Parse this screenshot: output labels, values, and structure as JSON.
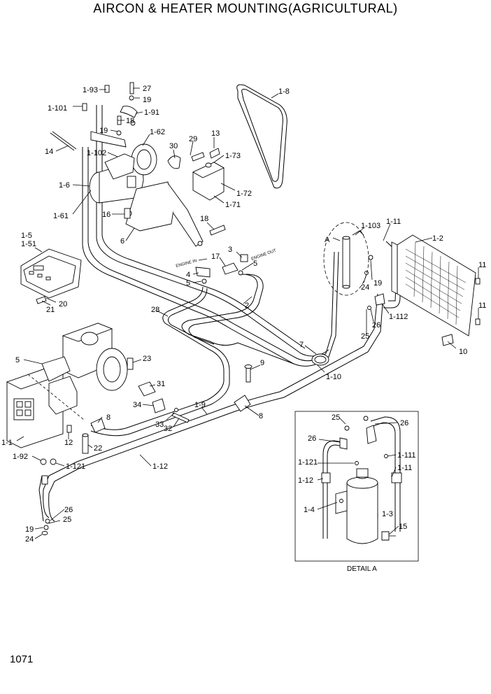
{
  "title": "AIRCON & HEATER MOUNTING(AGRICULTURAL)",
  "page_number": "1071",
  "detail_label": "DETAIL A",
  "flow_tags": {
    "engine_in": "ENGINE IN",
    "engine_out": "ENGINE OUT"
  },
  "callouts": [
    "1-93",
    "27",
    "19",
    "1-101",
    "18",
    "1-91",
    "19",
    "1-62",
    "29",
    "13",
    "14",
    "1-102",
    "30",
    "1-73",
    "1-6",
    "1-72",
    "1-71",
    "1-61",
    "16",
    "18",
    "6",
    "1-8",
    "1-5",
    "1-51",
    "3",
    "17",
    "5",
    "4",
    "5",
    "21",
    "20",
    "28",
    "2",
    "A",
    "1-103",
    "1-11",
    "1-2",
    "24",
    "19",
    "11",
    "11",
    "1-112",
    "26",
    "25",
    "7",
    "10",
    "1-10",
    "5",
    "23",
    "9",
    "31",
    "34",
    "8",
    "1-9",
    "33",
    "32",
    "8",
    "1-1",
    "12",
    "22",
    "1-92",
    "1-121",
    "1-12",
    "26",
    "19",
    "25",
    "24",
    "25",
    "26",
    "26",
    "1-111",
    "1-121",
    "1-11",
    "1-12",
    "1-4",
    "1-3",
    "15"
  ]
}
